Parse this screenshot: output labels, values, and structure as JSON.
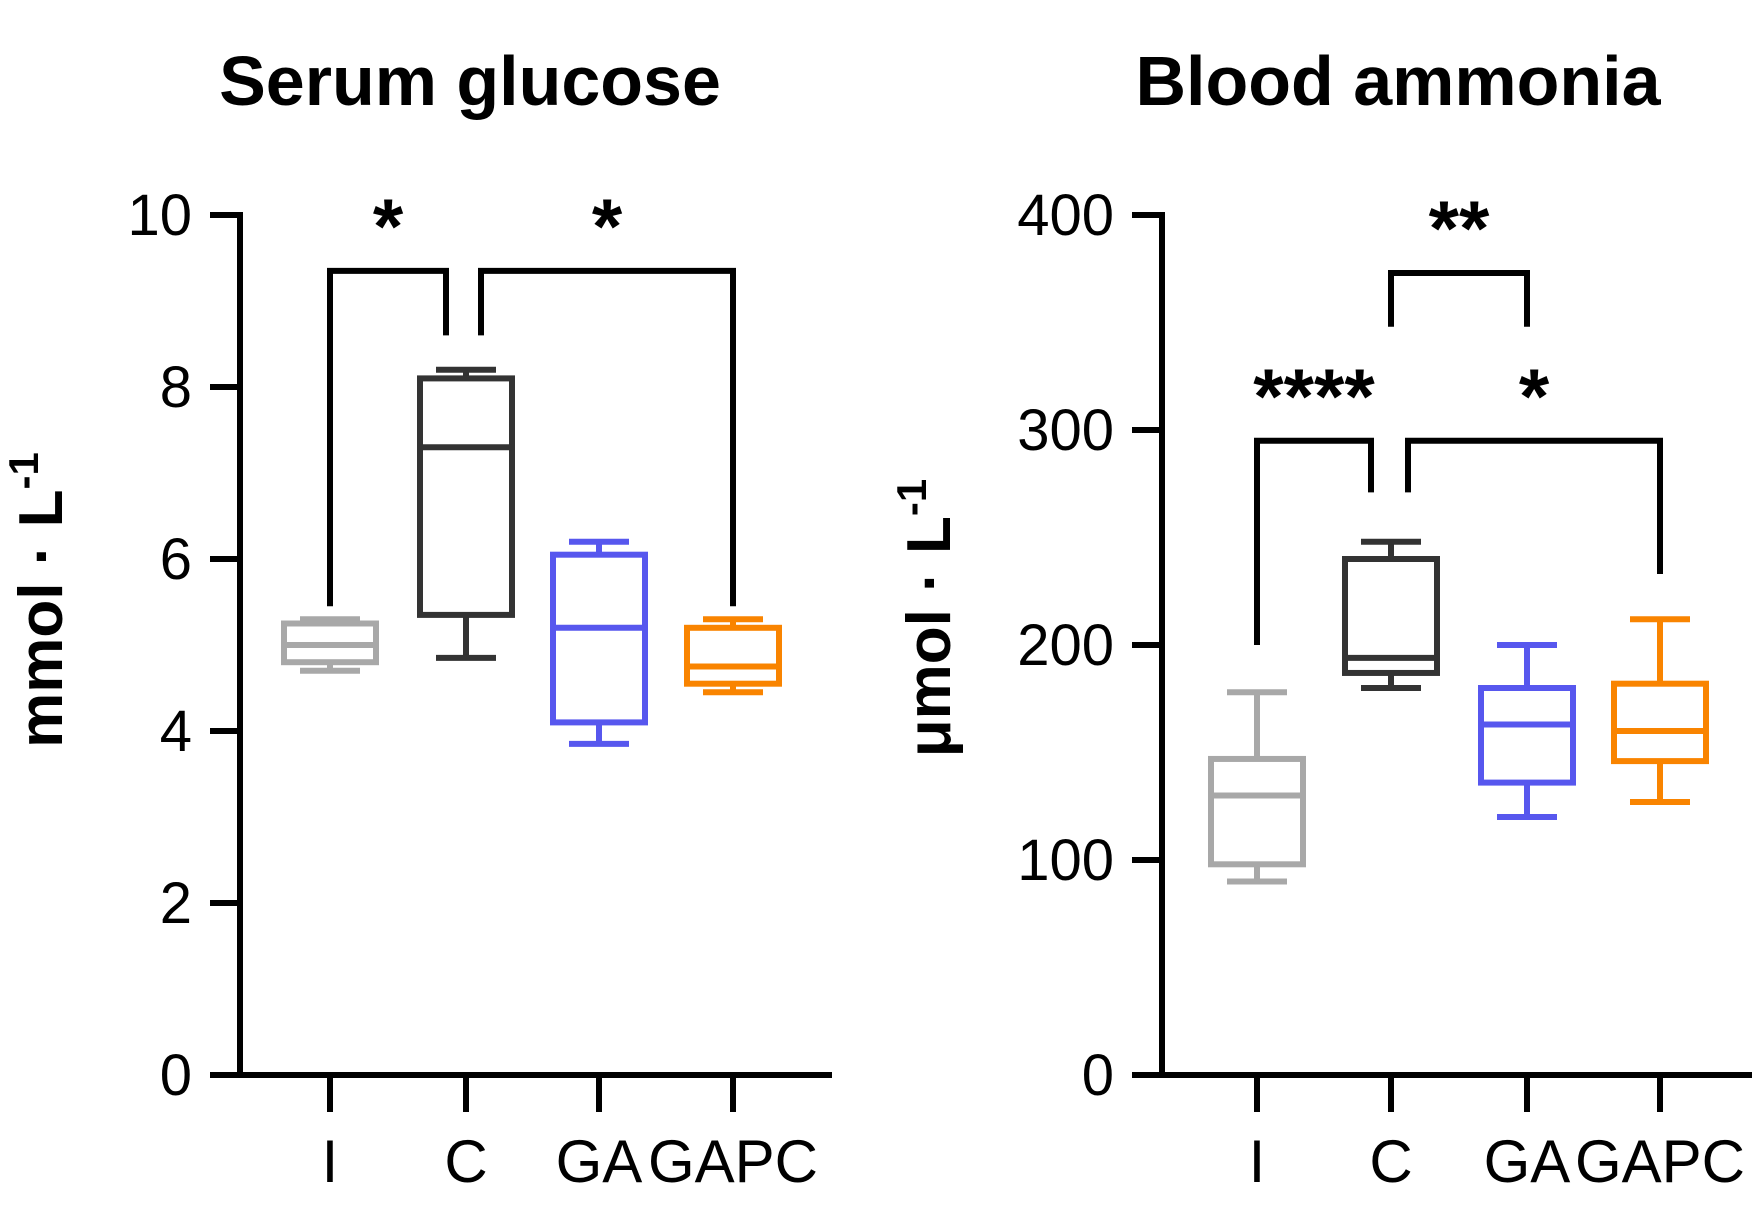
{
  "figure": {
    "background": "#ffffff",
    "axis_color": "#000000",
    "text_color": "#000000"
  },
  "chart_data": [
    {
      "type": "box",
      "title": "Serum glucose",
      "ylabel": "mmol · L⁻¹",
      "ylabel_base": "mmol · L",
      "ylabel_sup": "-1",
      "xlabel": "",
      "ylim": [
        0,
        10
      ],
      "yticks": [
        0,
        2,
        4,
        6,
        8,
        10
      ],
      "grid": false,
      "legend": false,
      "categories": [
        "I",
        "C",
        "GA",
        "GAPC"
      ],
      "series": [
        {
          "name": "I",
          "color": "#A8A8A8",
          "whisker_low": 4.7,
          "q1": 4.8,
          "median": 5.0,
          "q3": 5.25,
          "whisker_high": 5.3
        },
        {
          "name": "C",
          "color": "#333333",
          "whisker_low": 4.85,
          "q1": 5.35,
          "median": 7.3,
          "q3": 8.1,
          "whisker_high": 8.2
        },
        {
          "name": "GA",
          "color": "#5757EE",
          "whisker_low": 3.85,
          "q1": 4.1,
          "median": 5.2,
          "q3": 6.05,
          "whisker_high": 6.2
        },
        {
          "name": "GAPC",
          "color": "#F98400",
          "whisker_low": 4.45,
          "q1": 4.55,
          "median": 4.75,
          "q3": 5.2,
          "whisker_high": 5.3
        }
      ],
      "significance": [
        {
          "label": "*",
          "from": "I",
          "to": "C",
          "from_dx": 0,
          "to_dx": -20,
          "bar_value": 9.35,
          "left_leg_to": 5.45,
          "right_leg_to": 8.6
        },
        {
          "label": "*",
          "from": "C",
          "to": "GAPC",
          "from_dx": 15,
          "to_dx": 0,
          "bar_value": 9.35,
          "left_leg_to": 8.6,
          "right_leg_to": 5.45
        }
      ]
    },
    {
      "type": "box",
      "title": "Blood ammonia",
      "ylabel": "μmol · L⁻¹",
      "ylabel_base": "μmol · L",
      "ylabel_sup": "-1",
      "xlabel": "",
      "ylim": [
        0,
        400
      ],
      "yticks": [
        0,
        100,
        200,
        300,
        400
      ],
      "grid": false,
      "legend": false,
      "categories": [
        "I",
        "C",
        "GA",
        "GAPC"
      ],
      "series": [
        {
          "name": "I",
          "color": "#A8A8A8",
          "whisker_low": 90,
          "q1": 98,
          "median": 130,
          "q3": 147,
          "whisker_high": 178
        },
        {
          "name": "C",
          "color": "#333333",
          "whisker_low": 180,
          "q1": 187,
          "median": 194,
          "q3": 240,
          "whisker_high": 248
        },
        {
          "name": "GA",
          "color": "#5757EE",
          "whisker_low": 120,
          "q1": 136,
          "median": 163,
          "q3": 180,
          "whisker_high": 200
        },
        {
          "name": "GAPC",
          "color": "#F98400",
          "whisker_low": 127,
          "q1": 146,
          "median": 160,
          "q3": 182,
          "whisker_high": 212
        }
      ],
      "significance": [
        {
          "label": "****",
          "from": "I",
          "to": "C",
          "from_dx": 0,
          "to_dx": -20,
          "bar_value": 295,
          "left_leg_to": 200,
          "right_leg_to": 271
        },
        {
          "label": "*",
          "from": "C",
          "to": "GAPC",
          "from_dx": 17,
          "to_dx": 0,
          "bar_value": 295,
          "left_leg_to": 271,
          "right_leg_to": 233
        },
        {
          "label": "**",
          "from": "C",
          "to": "GA",
          "from_dx": 0,
          "to_dx": 0,
          "bar_value": 373,
          "left_leg_to": 348,
          "right_leg_to": 348
        }
      ]
    }
  ]
}
